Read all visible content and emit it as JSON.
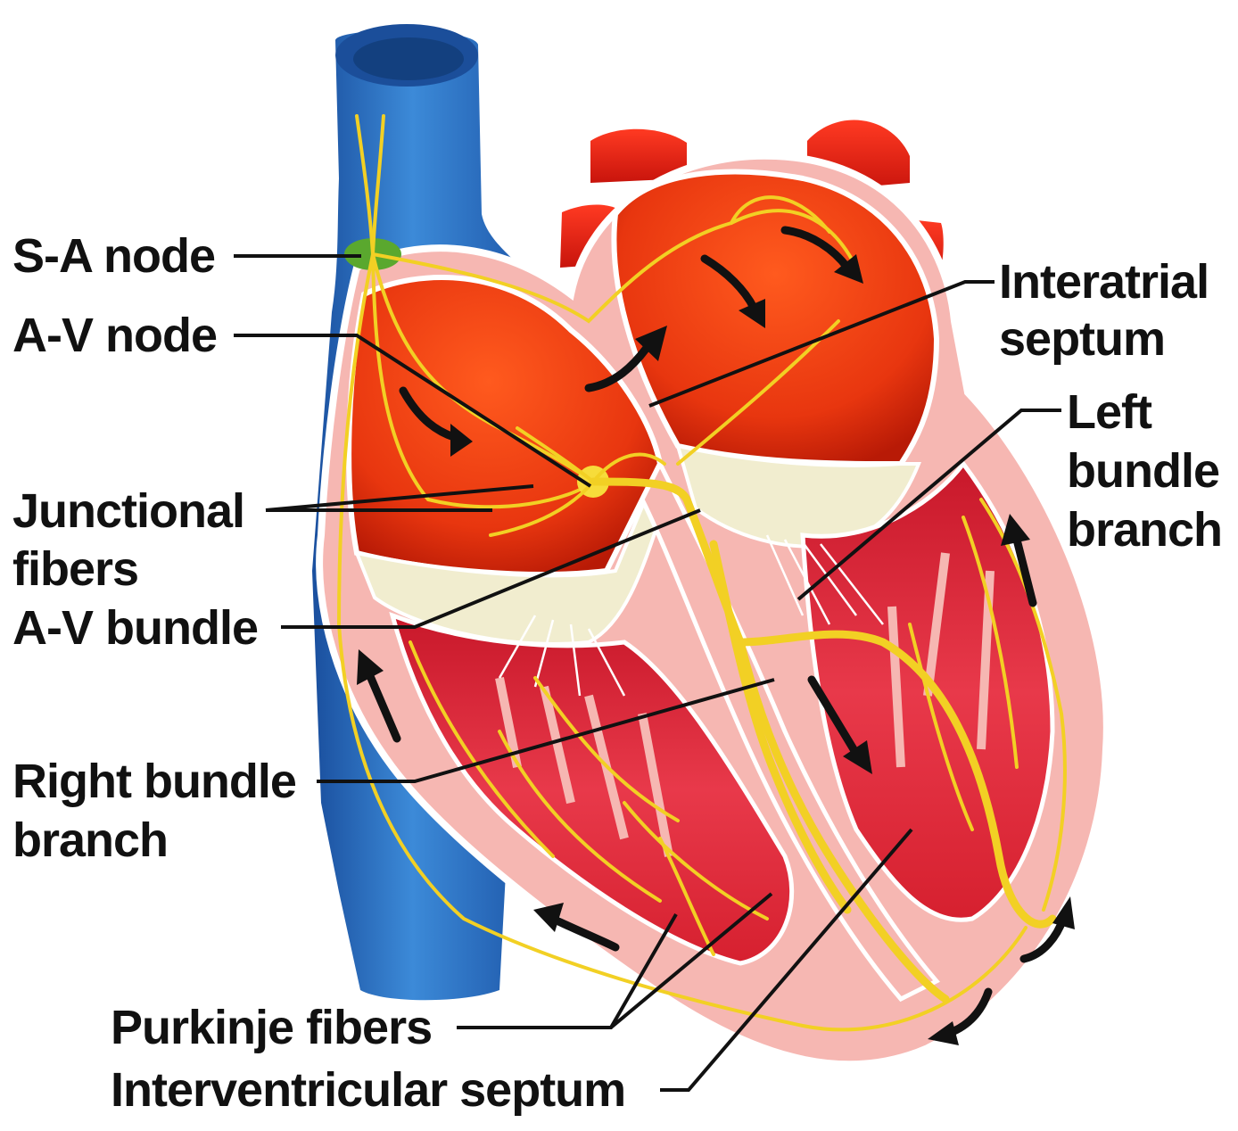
{
  "labels": {
    "sa_node": "S-A node",
    "av_node": "A-V node",
    "junctional_1": "Junctional",
    "junctional_2": "fibers",
    "av_bundle": "A-V bundle",
    "right_bundle_1": "Right bundle",
    "right_bundle_2": "branch",
    "interatrial_1": "Interatrial",
    "interatrial_2": "septum",
    "left_bundle_1": "Left",
    "left_bundle_2": "bundle",
    "left_bundle_3": "branch",
    "purkinje": "Purkinje fibers",
    "interventricular": "Interventricular septum"
  },
  "colors": {
    "vena_cava": "#1f5fb4",
    "vena_cava_light": "#3b86d6",
    "heart_wall": "#f6b7b2",
    "heart_wall_edge": "#ffffff",
    "atrium_chamber": "#e8360f",
    "atrium_chamber_dark": "#c21e06",
    "ventricle_muscle": "#d8202e",
    "valve_cream": "#f1edcf",
    "aorta": "#e11d14",
    "conduction": "#f2d024",
    "sa_node": "#5aa82e",
    "label_text": "#111111"
  }
}
